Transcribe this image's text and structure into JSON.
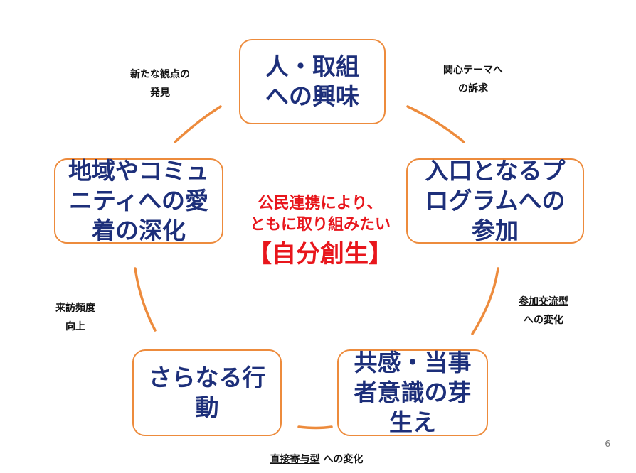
{
  "colors": {
    "accent": "#ed8b3c",
    "box_text": "#1d2f7a",
    "center_text": "#e8161c"
  },
  "nodes": {
    "top": [
      "人・取組",
      "への興味"
    ],
    "right": [
      "入口となるプ",
      "ログラムへの",
      "参加"
    ],
    "bottom_right": [
      "共感・当事",
      "者意識の芽",
      "生え"
    ],
    "bottom_left": [
      "さらなる行",
      "動"
    ],
    "left": [
      "地域やコミュ",
      "ニティへの愛",
      "着の深化"
    ]
  },
  "labels": {
    "top_left": [
      "新たな観点の",
      "発見"
    ],
    "top_right": [
      "関心テーマへ",
      "の訴求"
    ],
    "right": {
      "underlined": "参加交流型",
      "line2": "への変化"
    },
    "bottom": {
      "underlined": "直接寄与型",
      "rest": "への変化"
    },
    "left": [
      "来訪頻度",
      "向上"
    ]
  },
  "center": {
    "line1": "公民連携により、",
    "line2": "ともに取り組みたい",
    "line3": "【自分創生】"
  },
  "page_number": "6"
}
